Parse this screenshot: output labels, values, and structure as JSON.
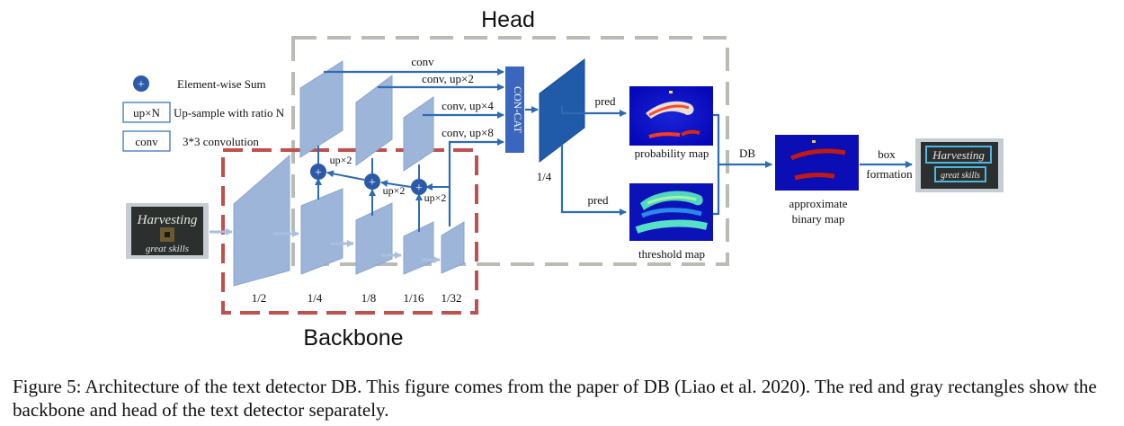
{
  "legend": {
    "sum_symbol": "+",
    "sum_label": "Element-wise Sum",
    "up_box": "up×N",
    "up_label": "Up-sample with ratio N",
    "conv_box": "conv",
    "conv_label": "3*3 convolution"
  },
  "regions": {
    "head": "Head",
    "backbone": "Backbone"
  },
  "backbone_scales": [
    "1/2",
    "1/4",
    "1/8",
    "1/16",
    "1/32"
  ],
  "top_down_labels": [
    "up×2",
    "up×2",
    "up×2"
  ],
  "fusion_arrows": [
    "conv",
    "conv, up×2",
    "conv, up×4",
    "conv, up×8"
  ],
  "concat_label": "CON-CAT",
  "concat_scale": "1/4",
  "pred_labels": [
    "pred",
    "pred"
  ],
  "maps": {
    "probability": "probability map",
    "threshold": "threshold map",
    "db": "DB",
    "binary_line1": "approximate",
    "binary_line2": "binary map",
    "box_line1": "box",
    "box_line2": "formation"
  },
  "input_image": {
    "word1": "Harvesting",
    "word2": "great skills"
  },
  "caption": "Figure 5: Architecture of the text detector DB. This figure comes from the paper of DB (Liao et al. 2020). The red and gray rectangles show the backbone and head of the text detector separately.",
  "colors": {
    "plate": "#9db5d8",
    "plate_edge": "#7f9cc6",
    "arrow": "#2f6bb3",
    "sum_circle": "#2c5aa8",
    "concat": "#3a66be",
    "head_border": "#b8bcb2",
    "backbone_border": "#c0504d",
    "heatmap_bg": "#0a0ec8"
  }
}
